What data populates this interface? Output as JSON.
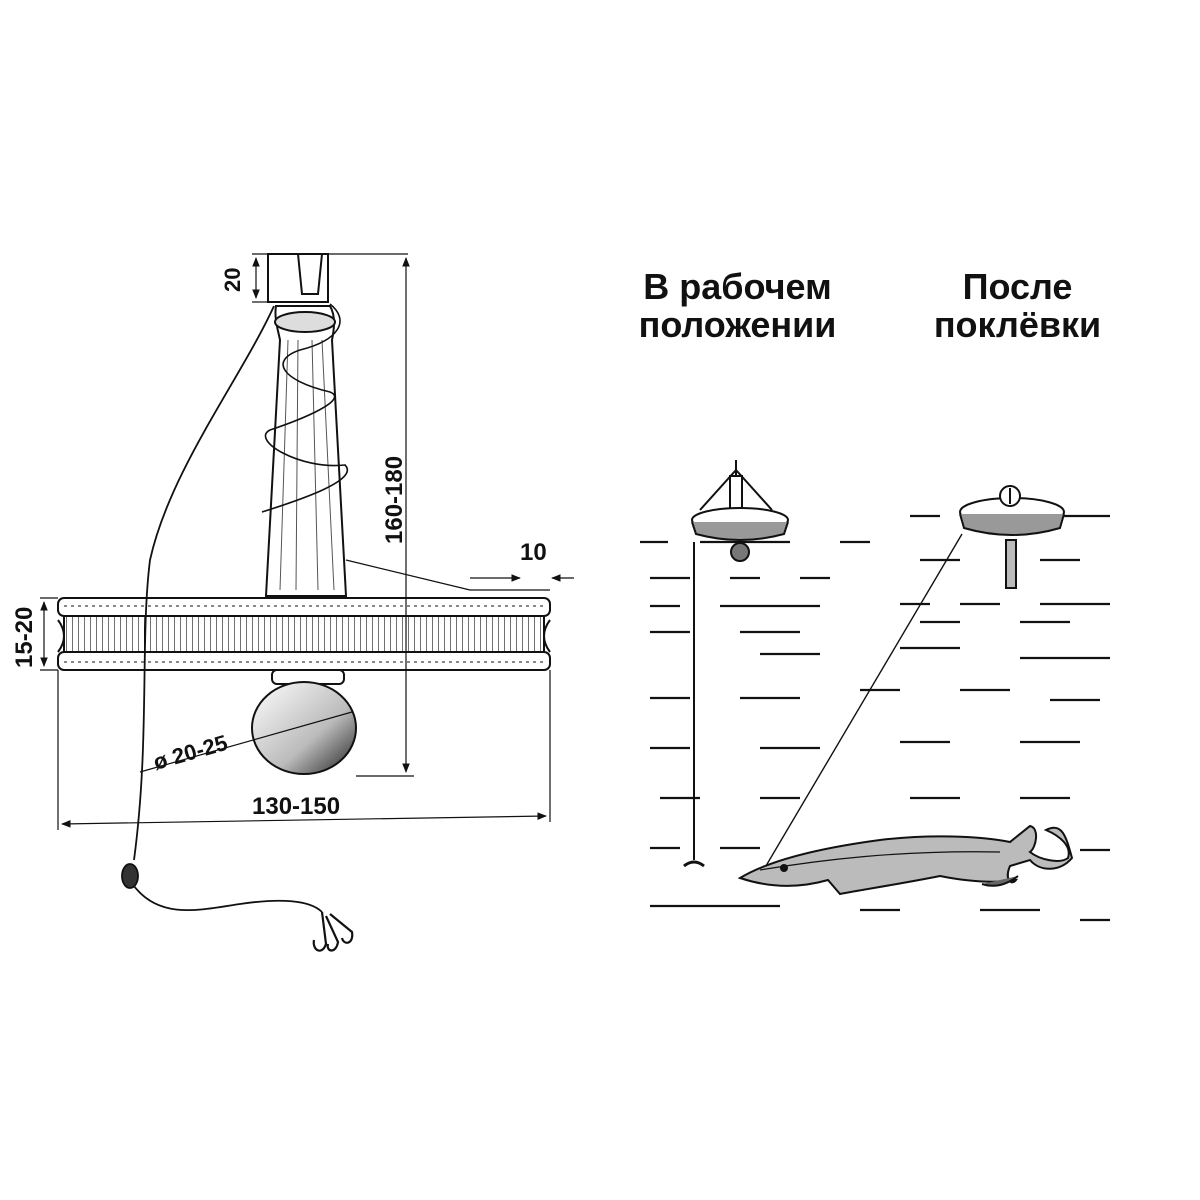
{
  "captions": {
    "working": {
      "line1": "В рабочем",
      "line2": "положении"
    },
    "after_bite": {
      "line1": "После",
      "line2": "поклёвки"
    }
  },
  "dimensions": {
    "slot_height": "20",
    "mast_height": "160-180",
    "rim_width": "10",
    "disc_thickness": "15-20",
    "ball_diameter": "ø 20-25",
    "disc_diameter": "130-150"
  },
  "colors": {
    "ink": "#111111",
    "paper": "#ffffff"
  }
}
